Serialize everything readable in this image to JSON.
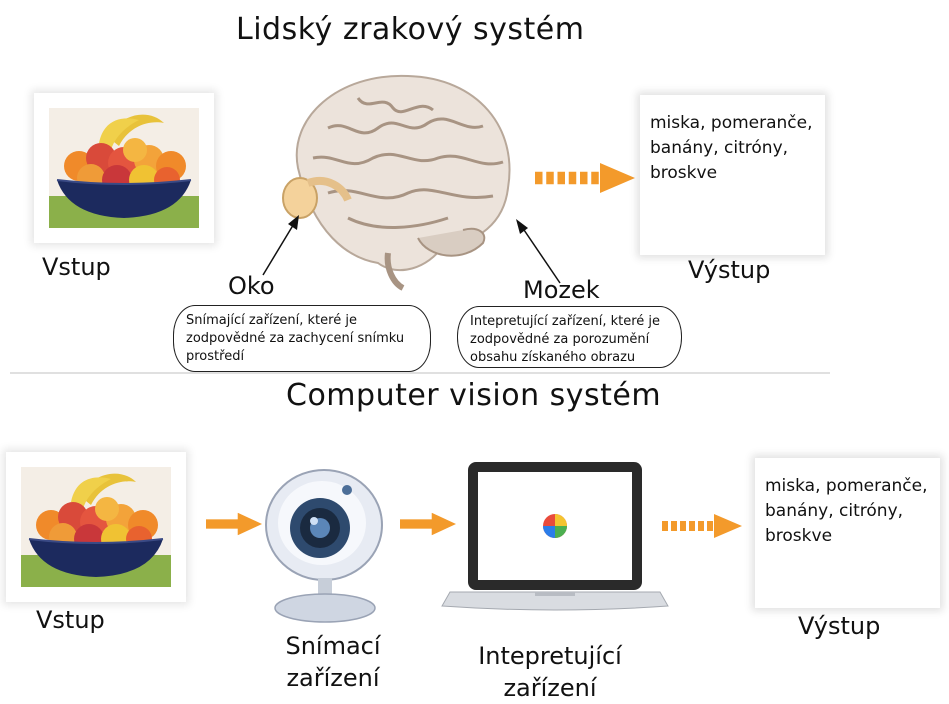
{
  "top": {
    "title": "Lidský zrakový systém",
    "input_label": "Vstup",
    "output_label": "Výstup",
    "output_text": "miska, pomeranče, banány, citróny, broskve",
    "eye_label": "Oko",
    "brain_label": "Mozek",
    "eye_callout": "Snímající zařízení, které je zodpovědné za zachycení snímku prostředí",
    "brain_callout": "Intepretující zařízení, které je zodpovědné za porozumění obsahu získaného obrazu"
  },
  "bottom": {
    "title": "Computer vision systém",
    "input_label": "Vstup",
    "camera_label": "Snímací zařízení",
    "laptop_label": "Intepretující zařízení",
    "output_label": "Výstup",
    "output_text": "miska, pomeranče, banány, citróny, broskve"
  },
  "colors": {
    "arrow": "#f39a2b",
    "bowl": "#1c2a5e",
    "table": "#8bb04a"
  }
}
